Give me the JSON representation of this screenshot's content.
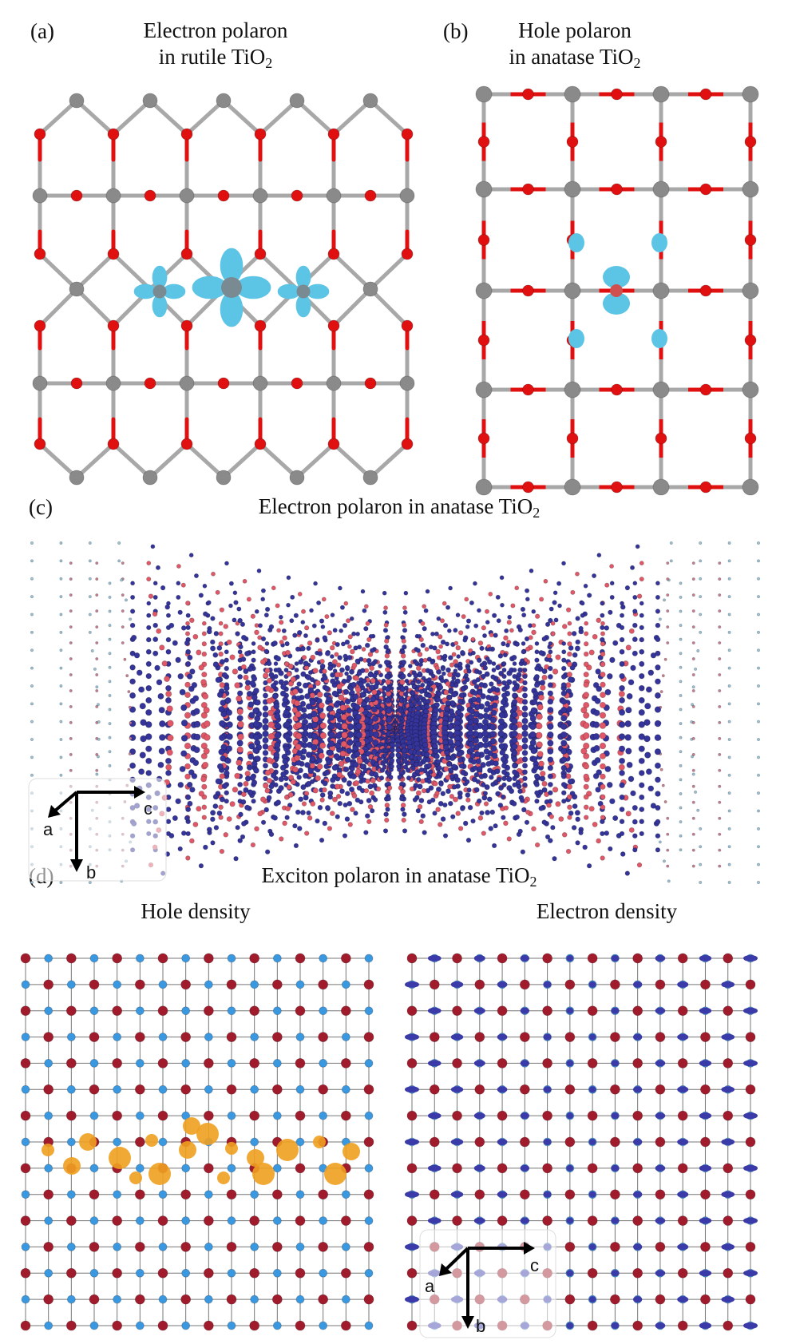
{
  "panels": [
    {
      "id": "a",
      "label": "(a)",
      "title_line1": "Electron polaron",
      "title_line2": "in rutile TiO",
      "title_sub": "2"
    },
    {
      "id": "b",
      "label": "(b)",
      "title_line1": "Hole polaron",
      "title_line2": "in anatase TiO",
      "title_sub": "2"
    },
    {
      "id": "c",
      "label": "(c)",
      "title": "Electron polaron in anatase TiO",
      "title_sub": "2",
      "axes": {
        "a": "a",
        "b": "b",
        "c": "c"
      }
    },
    {
      "id": "d",
      "label": "(d)",
      "title": "Exciton polaron in anatase TiO",
      "title_sub": "2",
      "left_subtitle": "Hole density",
      "right_subtitle": "Electron density",
      "axes": {
        "a": "a",
        "b": "b",
        "c": "c"
      }
    }
  ],
  "colors": {
    "titanium": "#8a8a8a",
    "oxygen": "#e01010",
    "bond": "#a8a8a8",
    "polaron_isosurface": "#5cc4e4",
    "electron_density": "#3a3aa8",
    "hole_density": "#f0a020",
    "oxygen_dark": "#a01c2c",
    "titanium_blue": "#3a98e0"
  }
}
